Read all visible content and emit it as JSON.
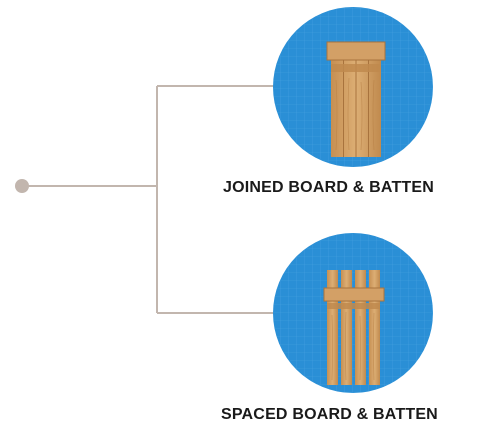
{
  "colors": {
    "connector": "#c2b6ae",
    "circle_fill": "#2a8fd6",
    "grid_line": "#5fb0e8",
    "wood_light": "#d9a86c",
    "wood_mid": "#c68f52",
    "wood_dark": "#a8733d",
    "gap": "#2a8fd6"
  },
  "options": [
    {
      "key": "joined",
      "label": "JOINED BOARD & BATTEN",
      "icon": "joined-board-batten-shutter"
    },
    {
      "key": "spaced",
      "label": "SPACED BOARD & BATTEN",
      "icon": "spaced-board-batten-shutter"
    }
  ]
}
